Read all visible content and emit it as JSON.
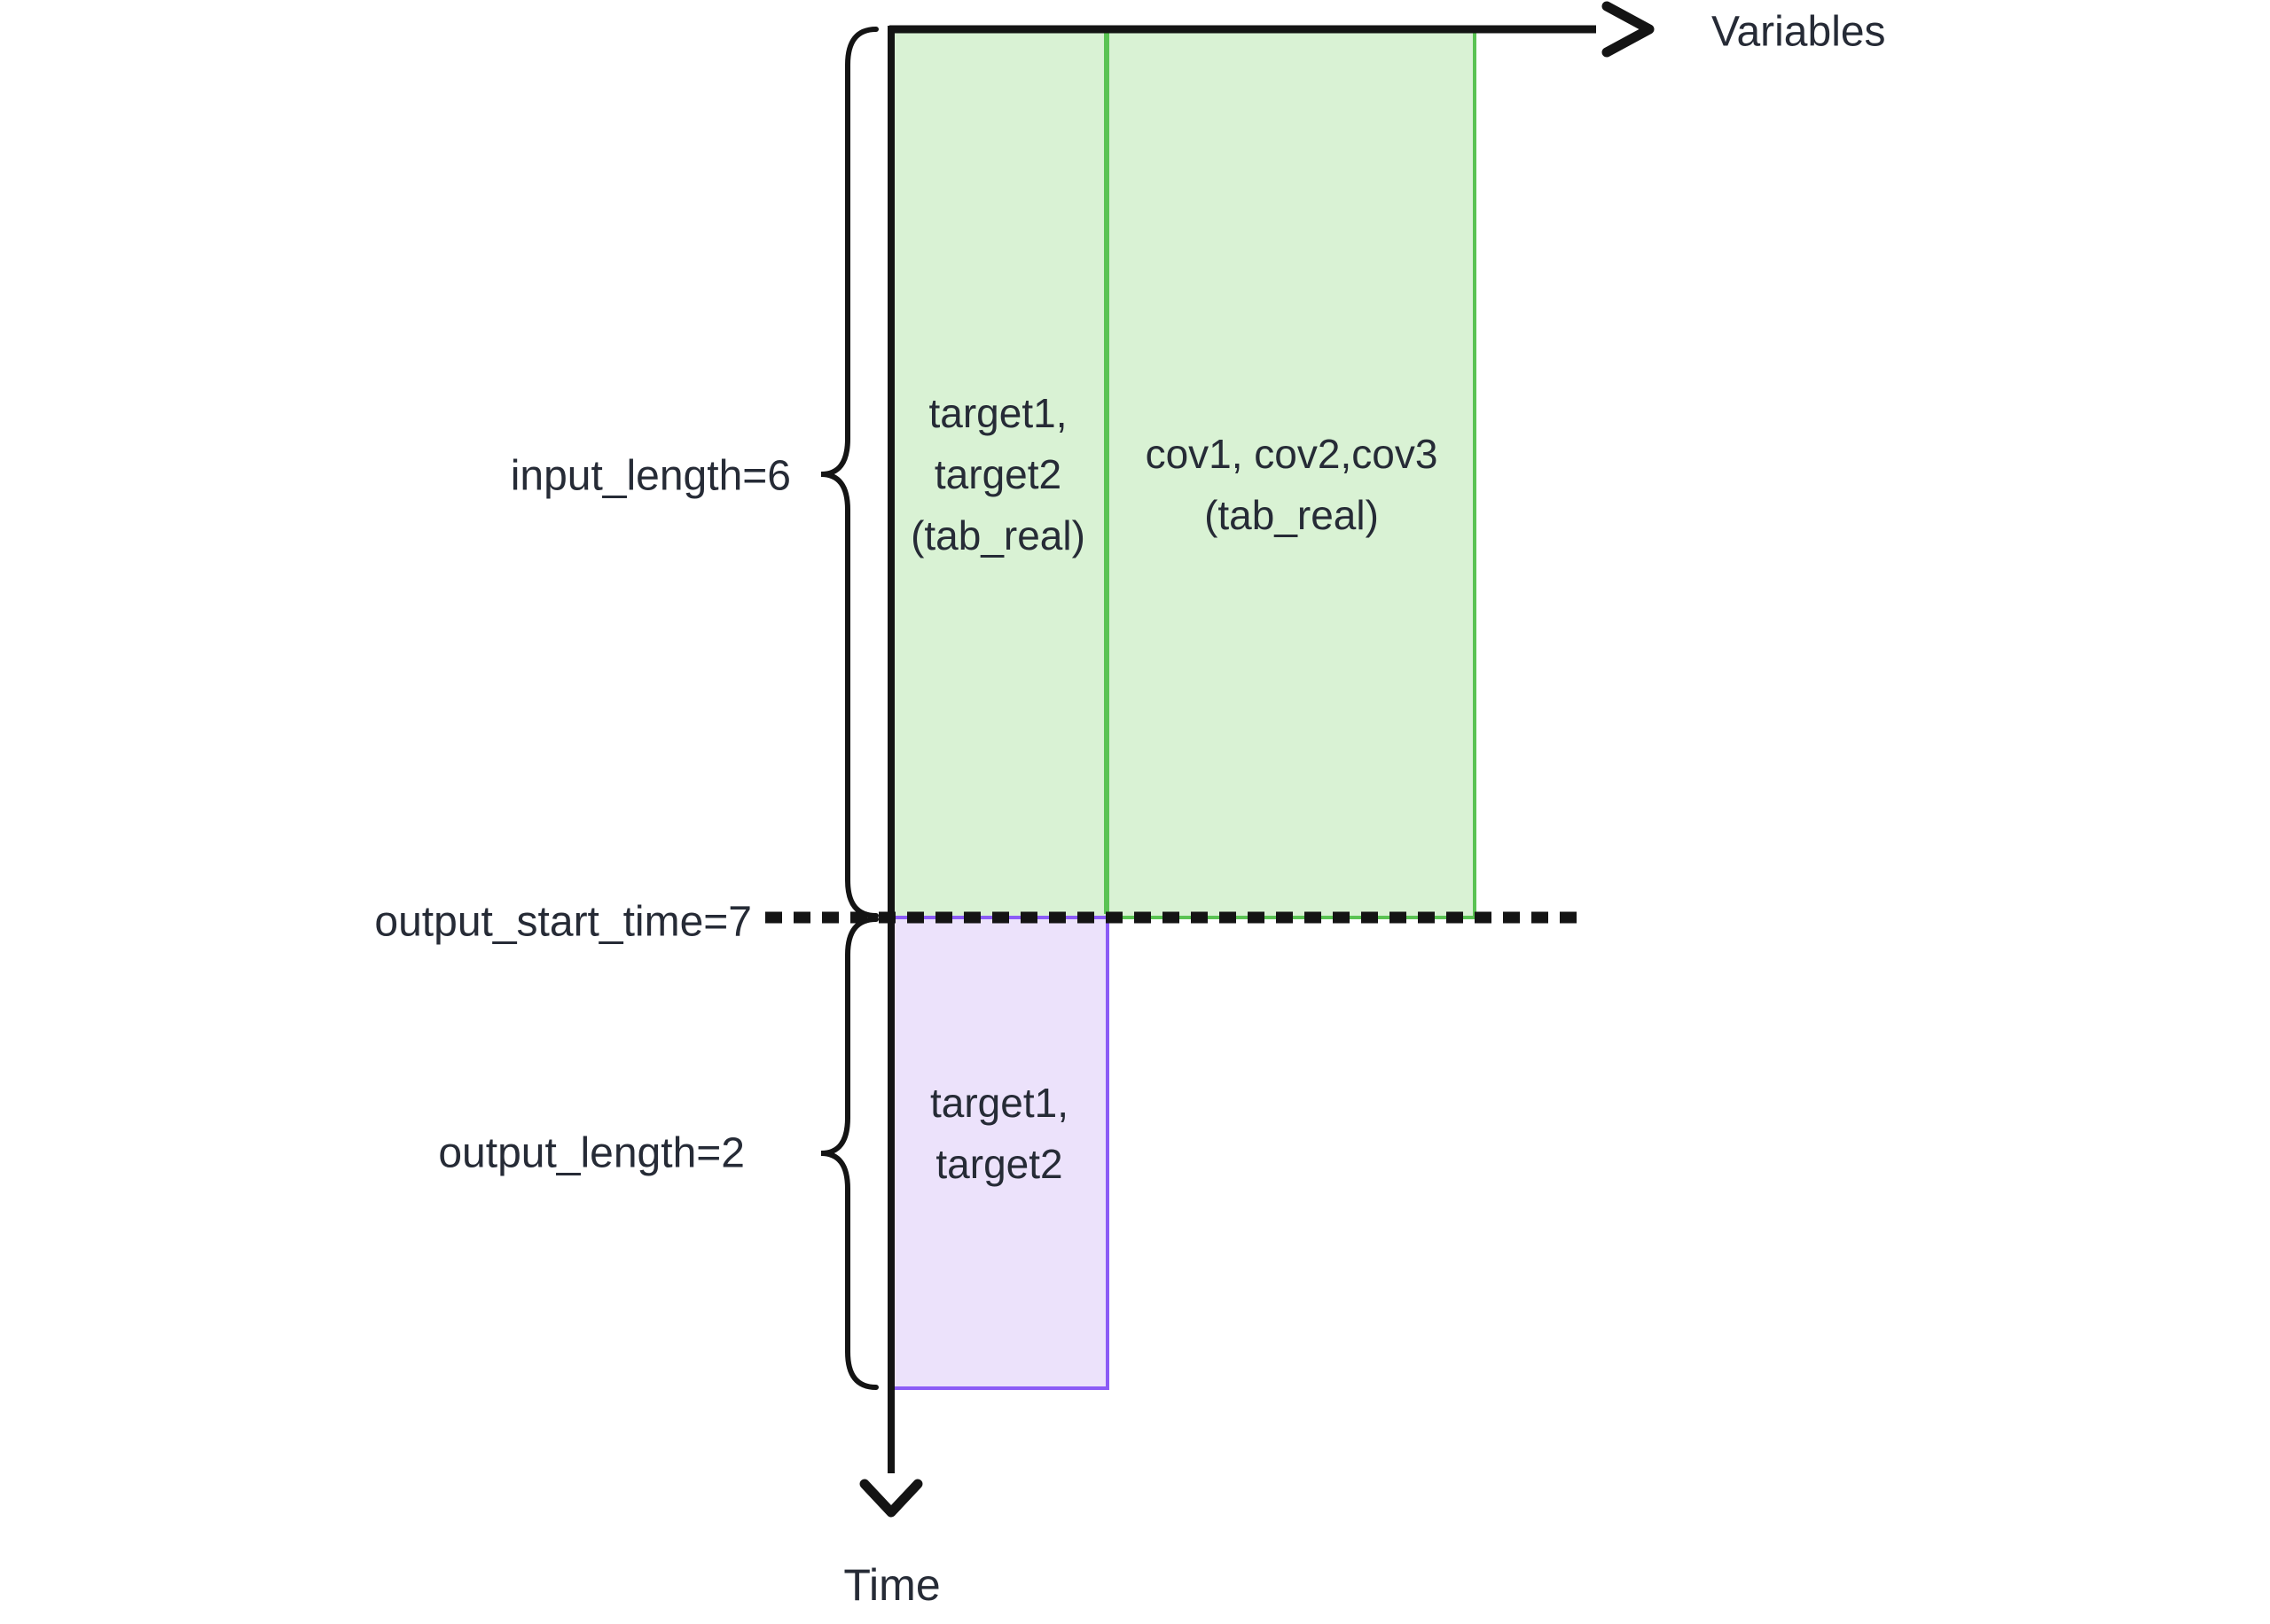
{
  "colors": {
    "background": "#ffffff",
    "axis": "#141414",
    "text": "#262b36",
    "green-fill": "#d9f2d4",
    "green-stroke": "#5ac353",
    "purple-fill": "#ece2fb",
    "purple-stroke": "#8b5cf6"
  },
  "axes": {
    "x_label": "Variables",
    "y_label": "Time"
  },
  "annotations": {
    "input_length_label": "input_length=6",
    "output_start_time_label": "output_start_time=7",
    "output_length_label": "output_length=2"
  },
  "regions": {
    "input_targets": {
      "line1": "target1,",
      "line2": "target2",
      "line3": "(tab_real)"
    },
    "input_covariates": {
      "line1": "cov1, cov2,cov3",
      "line2": "(tab_real)"
    },
    "output_targets": {
      "line1": "target1,",
      "line2": "target2"
    }
  }
}
